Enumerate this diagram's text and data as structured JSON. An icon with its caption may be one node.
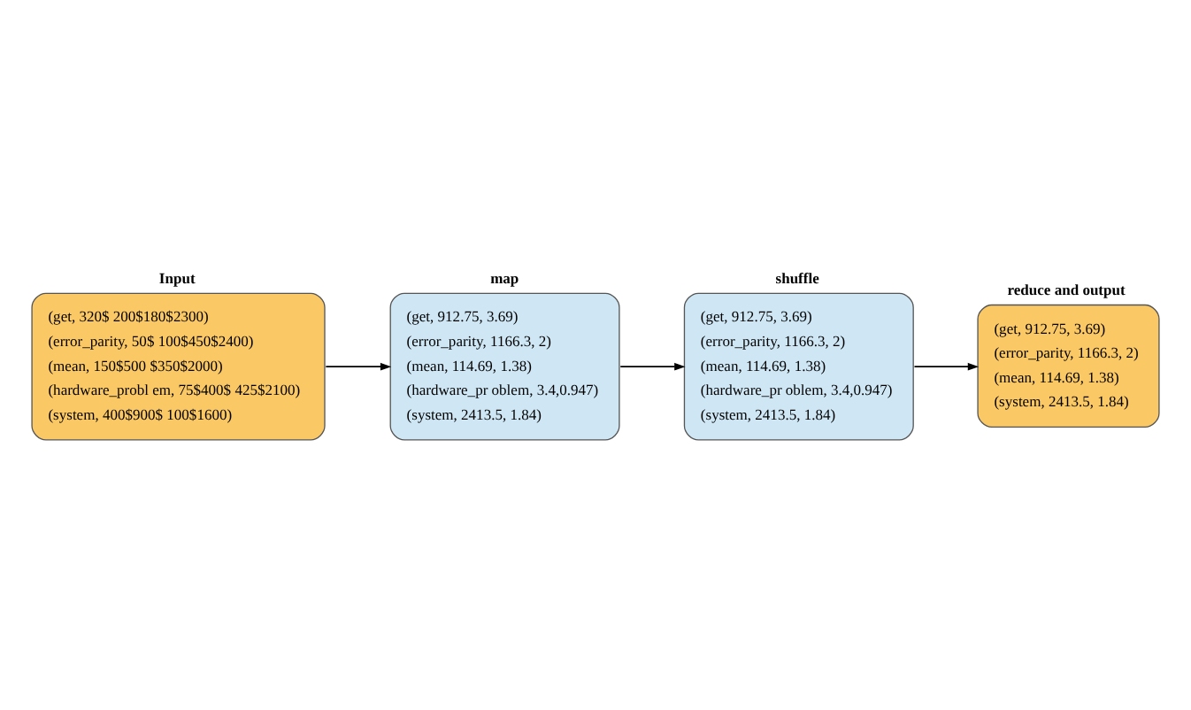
{
  "diagram": {
    "nodes": [
      {
        "text": [
          "Input",
          "(get, 320$ 200$180$2300)",
          "(error_parity, 50$ 100$450$2400)",
          "(mean, 150$500 $350$2000)",
          "(hardware_probl em, 75$400$ 425$2100)",
          "(system, 400$900$ 100$1600)"
        ]
      },
      {
        "text": [
          "map",
          "(get, 912.75, 3.69)",
          "(error_parity, 1166.3, 2)",
          "(mean, 114.69, 1.38)",
          "(hardware_pr oblem, 3.4,0.947)",
          "(system, 2413.5, 1.84)"
        ]
      },
      {
        "text": [
          "shuffle",
          "(get, 912.75, 3.69)",
          "(error_parity, 1166.3, 2)",
          "(mean, 114.69, 1.38)",
          "(hardware_pr oblem, 3.4,0.947)",
          "(system, 2413.5, 1.84)"
        ]
      },
      {
        "text": [
          "reduce and output",
          "(get, 912.75, 3.69)",
          "(error_parity, 1166.3, 2)",
          "(mean, 114.69, 1.38)",
          "(system, 2413.5, 1.84)"
        ]
      }
    ],
    "edges": [
      {
        "from": 0,
        "to": 1,
        "arrow": "to"
      },
      {
        "from": 1,
        "to": 2,
        "arrow": "to"
      },
      {
        "from": 2,
        "to": 3,
        "arrow": "to"
      }
    ]
  }
}
